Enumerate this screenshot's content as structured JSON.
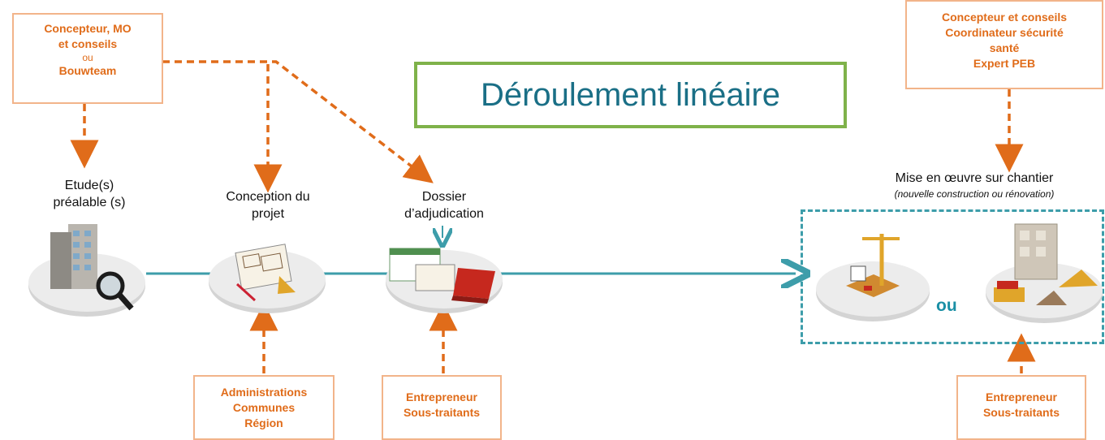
{
  "title": "Déroulement linéaire",
  "top_left_box": {
    "line1": "Concepteur, MO",
    "line2": "et conseils",
    "line3": "ou",
    "line4": "Bouwteam"
  },
  "top_right_box": {
    "line1": "Concepteur et conseils",
    "line2": "Coordinateur sécurité",
    "line3": "santé",
    "line4": "Expert PEB"
  },
  "stages": [
    {
      "line1": "Etude(s)",
      "line2": "préalable (s)"
    },
    {
      "line1": "Conception du",
      "line2": "projet"
    },
    {
      "line1": "Dossier",
      "line2": "d’adjudication"
    }
  ],
  "execution": {
    "title": "Mise en œuvre sur chantier",
    "subtitle": "(nouvelle construction ou rénovation)",
    "or_label": "ou"
  },
  "bottom_boxes": [
    {
      "line1": "Administrations",
      "line2": "Communes",
      "line3": "Région"
    },
    {
      "line1": "Entrepreneur",
      "line2": "Sous-traitants"
    },
    {
      "line1": "Entrepreneur",
      "line2": "Sous-traitants"
    }
  ],
  "colors": {
    "orange": "#e06c1a",
    "orange_border": "#f2b48a",
    "teal": "#3d9daa",
    "title_text": "#1a6f86",
    "title_border": "#7fb24a"
  }
}
